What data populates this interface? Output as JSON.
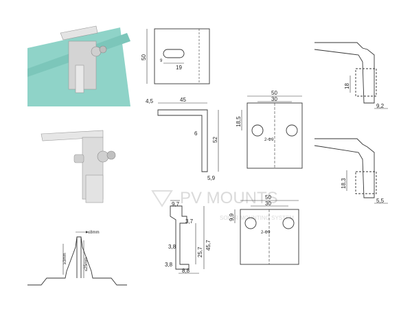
{
  "watermark": {
    "brand": "PV MOUNTS",
    "tagline": "SOLAR MOUNTING SYSTEM"
  },
  "plate_top": {
    "height": "50",
    "slot_offset": "9",
    "slot_length": "19"
  },
  "angle_profile": {
    "thickness": "4,5",
    "width": "45",
    "height": "52",
    "inner": "6",
    "foot": "5,9"
  },
  "plate_holes_1": {
    "width": "50",
    "hole_spacing": "30",
    "hole_height": "18,5",
    "hole_note": "2-Φ9"
  },
  "clamp_section_1": {
    "height": "18",
    "offset": "9,2"
  },
  "clamp_section_2": {
    "height": "18,3",
    "offset": "5,5"
  },
  "clip_profile": {
    "top": "9,7",
    "step": "3,7",
    "inner_h": "3,8",
    "mid_h": "25,7",
    "total_h": "45,7",
    "base_h": "3,8",
    "base_w": "8,8"
  },
  "plate_holes_2": {
    "width": "50",
    "hole_spacing": "30",
    "hole_height": "9,9",
    "hole_note": "2-Φ9"
  },
  "seam_profile": {
    "seam_width": "≤8mm",
    "seam_height": "≤25mm",
    "min_gap": "≥3mm"
  },
  "colors": {
    "line": "#333333",
    "teal": "#8fd3c8",
    "metal": "#d8d8d8",
    "metal_dark": "#a9a9a9"
  }
}
